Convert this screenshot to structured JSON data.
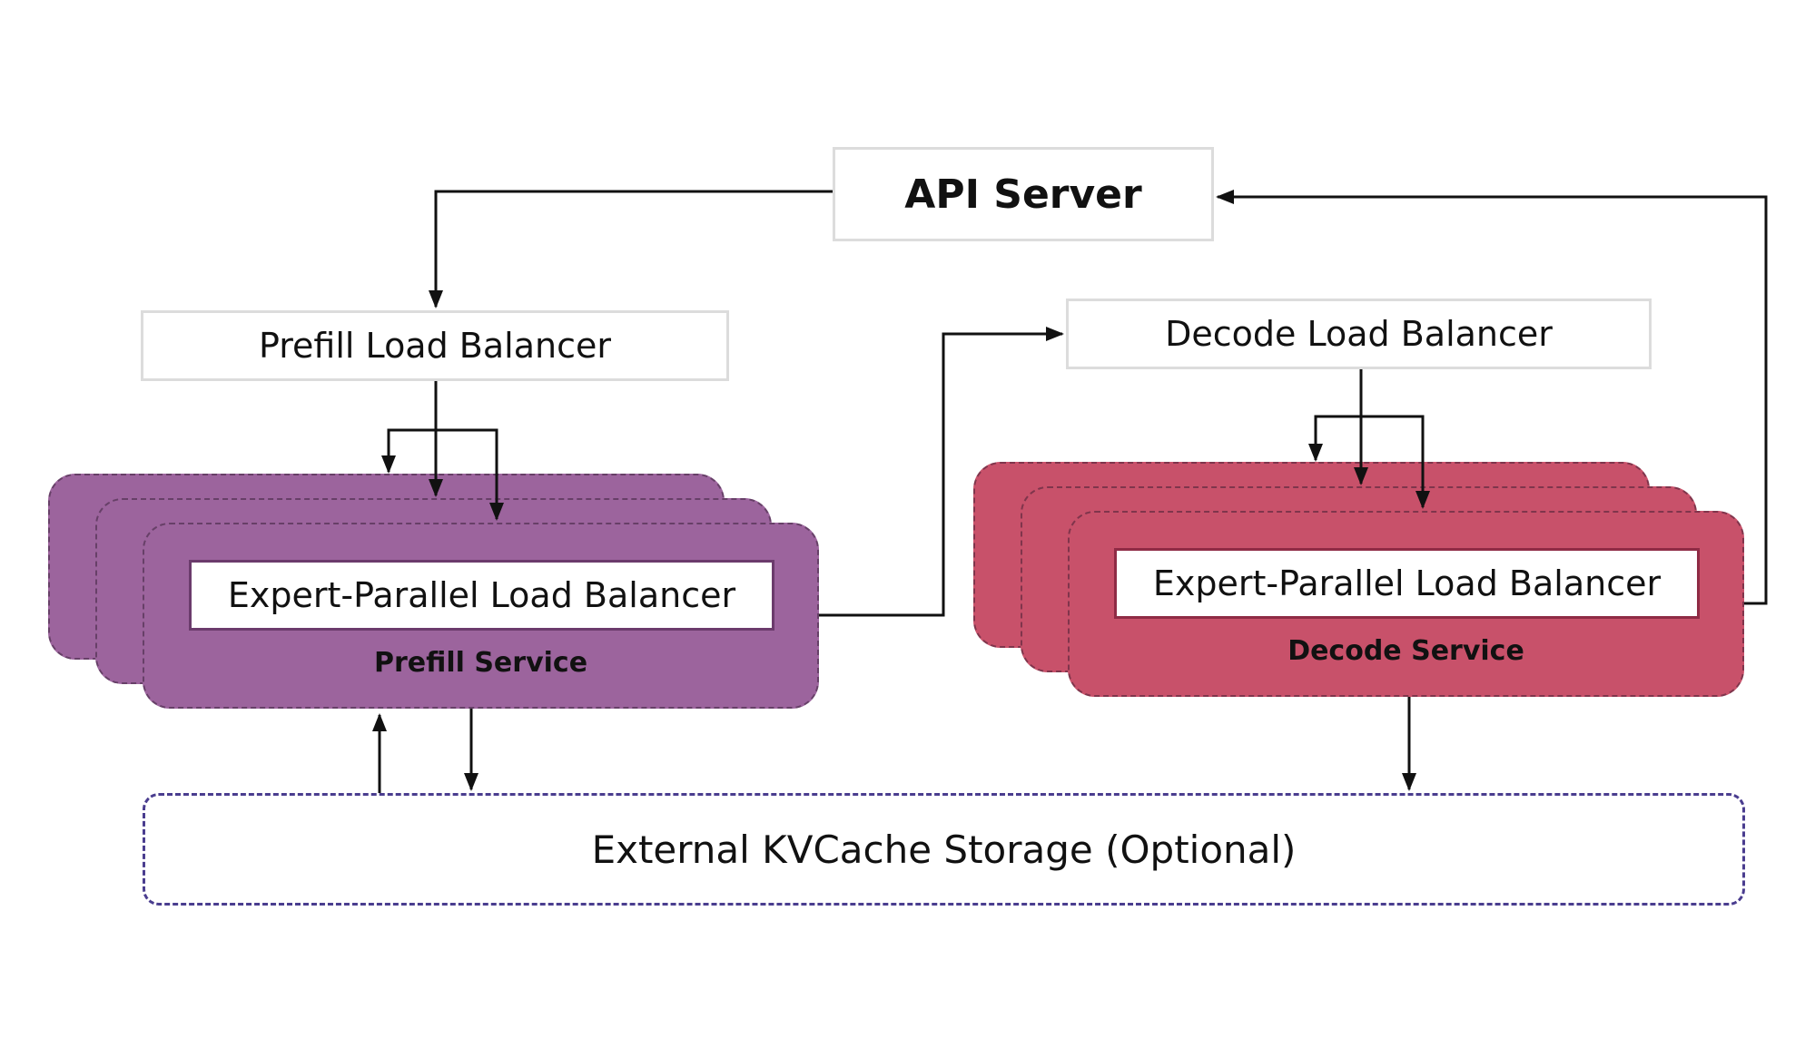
{
  "api_server": {
    "label": "API Server"
  },
  "prefill": {
    "load_balancer": "Prefill Load Balancer",
    "ep_load_balancer": "Expert-Parallel Load Balancer",
    "service_label": "Prefill Service",
    "color": "#9c649d"
  },
  "decode": {
    "load_balancer": "Decode Load Balancer",
    "ep_load_balancer": "Expert-Parallel Load Balancer",
    "service_label": "Decode Service",
    "color": "#c8516a"
  },
  "storage": {
    "label": "External KVCache Storage (Optional)",
    "border_color": "#4a3d8f"
  }
}
